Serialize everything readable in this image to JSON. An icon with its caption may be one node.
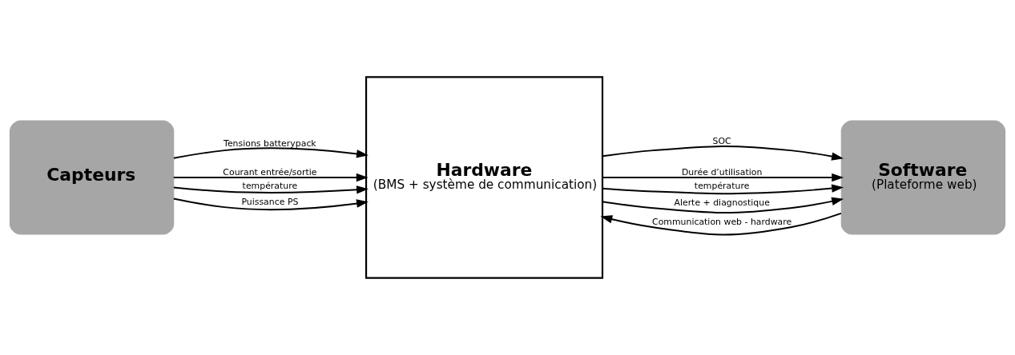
{
  "diagram": {
    "nodes": [
      {
        "text": [
          "Capteurs"
        ]
      },
      {
        "text": [
          "Hardware",
          "(BMS + système de communication)"
        ]
      },
      {
        "text": [
          "Software",
          "(Plateforme web)"
        ]
      }
    ],
    "edges": [
      {
        "from": 0,
        "to": 1,
        "arrow": "to",
        "label": "Tensions batterypack"
      },
      {
        "from": 0,
        "to": 1,
        "arrow": "to",
        "label": "Courant entrée/sortie"
      },
      {
        "from": 0,
        "to": 1,
        "arrow": "to",
        "label": "température"
      },
      {
        "from": 0,
        "to": 1,
        "arrow": "to",
        "label": "Puissance PS"
      },
      {
        "from": 1,
        "to": 2,
        "arrow": "to",
        "label": "SOC"
      },
      {
        "from": 1,
        "to": 2,
        "arrow": "to",
        "label": "Durée d’utilisation"
      },
      {
        "from": 1,
        "to": 2,
        "arrow": "to",
        "label": "température"
      },
      {
        "from": 1,
        "to": 2,
        "arrow": "to",
        "label": "Alerte + diagnostique"
      },
      {
        "from": 2,
        "to": 1,
        "arrow": "to",
        "label": "Communication web - hardware"
      }
    ]
  }
}
